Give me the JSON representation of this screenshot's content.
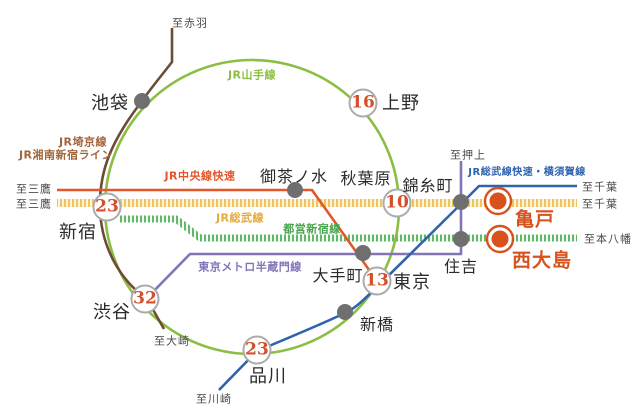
{
  "lines": {
    "yamanote": {
      "label": "JR山手線",
      "color": "#8cbe44"
    },
    "saikyo_shonan": {
      "label_line1": "JR埼京線",
      "label_line2": "JR湘南新宿ライン",
      "color": "#6d4c35",
      "label_color": "#a2653c"
    },
    "chuo_rapid": {
      "label": "JR中央線快速",
      "color": "#e3572b"
    },
    "sobu": {
      "label": "JR総武線",
      "label_color": "#e5a93f",
      "stripe": "#eec45f",
      "stripe_bg": "#fdf3d8"
    },
    "toei_shinjuku": {
      "label": "都営新宿線",
      "label_color": "#48a44c",
      "stripe": "#63b768",
      "stripe_bg": "#f3faf3"
    },
    "hanzomon": {
      "label": "東京メトロ半蔵門線",
      "color": "#8374b6"
    },
    "sobu_rapid_yokosuka": {
      "label": "JR総武線快速・横須賀線",
      "color": "#3063ae"
    }
  },
  "stations": {
    "ikebukuro": {
      "label": "池袋"
    },
    "ueno": {
      "label": "上野",
      "minutes": "16"
    },
    "shinjuku": {
      "label": "新宿",
      "minutes": "23"
    },
    "shibuya": {
      "label": "渋谷",
      "minutes": "32"
    },
    "shinagawa": {
      "label": "品川",
      "minutes": "23"
    },
    "tokyo": {
      "label": "東京",
      "minutes": "13"
    },
    "akihabara": {
      "label": "秋葉原",
      "minutes": "10"
    },
    "ochanomizu": {
      "label": "御茶ノ水"
    },
    "kinshicho": {
      "label": "錦糸町"
    },
    "otemachi": {
      "label": "大手町"
    },
    "shimbashi": {
      "label": "新橋"
    },
    "sumiyoshi": {
      "label": "住吉"
    },
    "kameido": {
      "label": "亀戸"
    },
    "nishiojima": {
      "label": "西大島"
    }
  },
  "directions": {
    "akabane": "至赤羽",
    "mitaka_chuo": "至三鷹",
    "mitaka_sobu": "至三鷹",
    "osaki": "至大崎",
    "kawasaki": "至川崎",
    "oshiage": "至押上",
    "chiba_rapid": "至千葉",
    "chiba_sobu": "至千葉",
    "moto_yawata": "至本八幡"
  },
  "colors": {
    "minutes_number": "#d4502a",
    "station_dot": "#6f6f6f",
    "minutes_circle_border": "#ababab",
    "highlight_station": "#d8521d"
  }
}
